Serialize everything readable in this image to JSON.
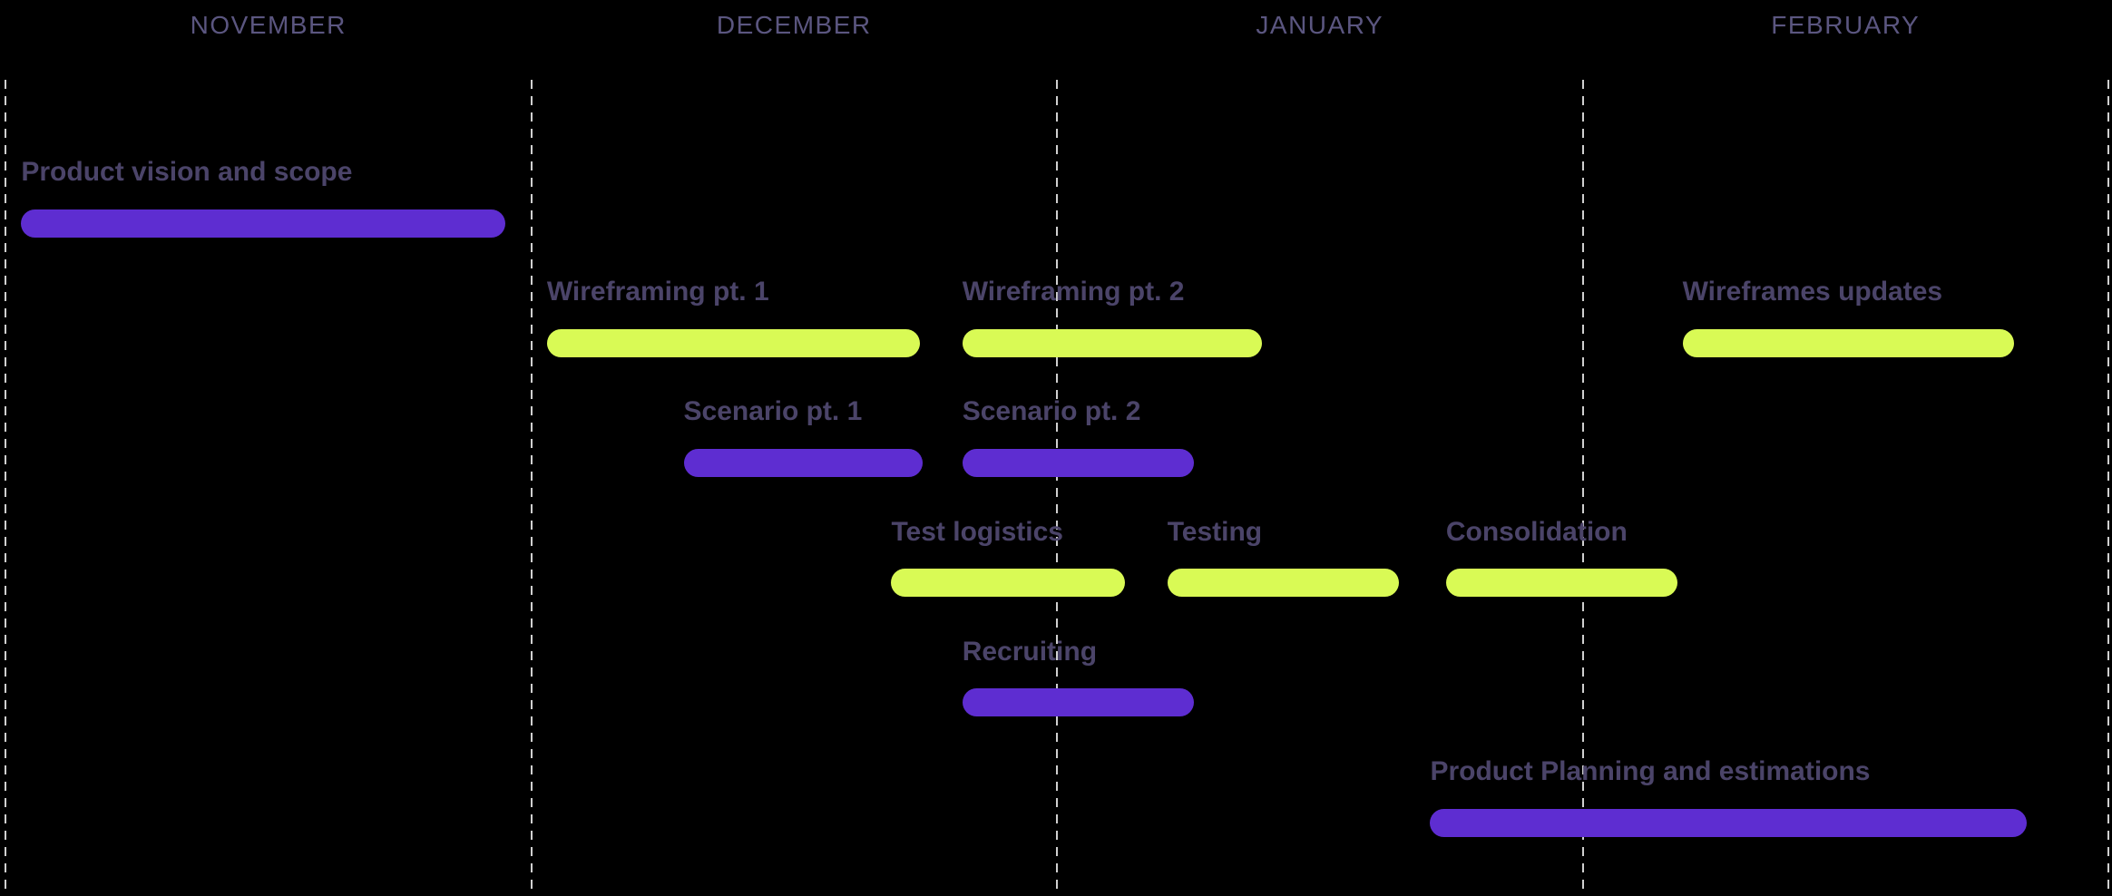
{
  "chart_data": {
    "type": "gantt",
    "title": "",
    "months": [
      "NOVEMBER",
      "DECEMBER",
      "JANUARY",
      "FEBRUARY"
    ],
    "time_axis": {
      "unit": "months from Nov 1",
      "range": [
        0,
        4
      ],
      "gridlines_at": [
        0,
        1,
        2,
        3,
        4
      ],
      "grid_style": "dashed-vertical"
    },
    "rows": 6,
    "tasks": [
      {
        "label": "Product vision and scope",
        "row": 0,
        "start": 0.03,
        "end": 0.95,
        "color": "purple"
      },
      {
        "label": "Wireframing pt. 1",
        "row": 1,
        "start": 1.03,
        "end": 1.74,
        "color": "green"
      },
      {
        "label": "Wireframing pt. 2",
        "row": 1,
        "start": 1.82,
        "end": 2.39,
        "color": "green"
      },
      {
        "label": "Wireframes updates",
        "row": 1,
        "start": 3.19,
        "end": 3.82,
        "color": "green"
      },
      {
        "label": "Scenario pt. 1",
        "row": 2,
        "start": 1.29,
        "end": 1.745,
        "color": "purple"
      },
      {
        "label": "Scenario pt. 2",
        "row": 2,
        "start": 1.82,
        "end": 2.26,
        "color": "purple"
      },
      {
        "label": "Test logistics",
        "row": 3,
        "start": 1.685,
        "end": 2.13,
        "color": "green"
      },
      {
        "label": "Testing",
        "row": 3,
        "start": 2.21,
        "end": 2.65,
        "color": "green"
      },
      {
        "label": "Consolidation",
        "row": 3,
        "start": 2.74,
        "end": 3.18,
        "color": "green"
      },
      {
        "label": "Recruiting",
        "row": 4,
        "start": 1.82,
        "end": 2.26,
        "color": "purple"
      },
      {
        "label": "Product Planning and estimations",
        "row": 5,
        "start": 2.71,
        "end": 3.845,
        "color": "purple"
      }
    ],
    "colors": {
      "purple": "#5e2dd1",
      "green": "#d9fa55",
      "task_label": "#4b4469",
      "month_label": "#5b5680",
      "gridline": "#d0d0d0",
      "background": "#000000"
    },
    "legend": "none"
  }
}
